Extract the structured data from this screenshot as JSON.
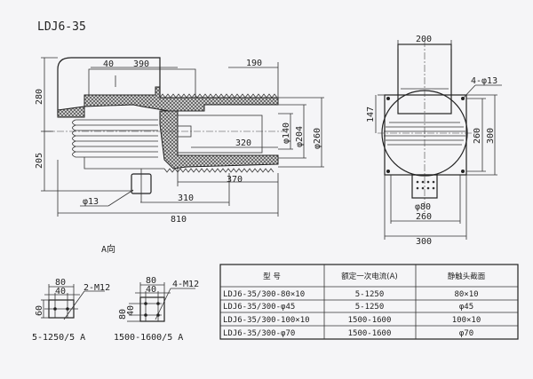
{
  "title": "LDJ6-35",
  "side_view": {
    "dims": {
      "d40": "40",
      "d390": "390",
      "d190": "190",
      "d280": "280",
      "d205": "205",
      "d320": "320",
      "d370": "370",
      "d310": "310",
      "d810": "810",
      "phi140": "φ140",
      "phi204": "φ204",
      "phi260": "φ260",
      "phi13": "φ13"
    },
    "view_label": "A向"
  },
  "end_view": {
    "dims": {
      "d200": "200",
      "hole": "4-φ13",
      "d147": "147",
      "d260v": "260",
      "d300v": "300",
      "phi80": "φ80",
      "d260h": "260",
      "d300h": "300"
    }
  },
  "terminals": [
    {
      "w": "80",
      "inner": "40",
      "h": "60",
      "bolts": "2-M12",
      "caption": "5-1250/5 A"
    },
    {
      "w": "80",
      "inner": "40",
      "h": "80",
      "h2": "40",
      "bolts": "4-M12",
      "caption": "1500-1600/5 A"
    }
  ],
  "table": {
    "headers": [
      "型    号",
      "额定一次电流(A)",
      "静触头截面"
    ],
    "rows": [
      [
        "LDJ6-35/300-80×10",
        "5-1250",
        "80×10"
      ],
      [
        "LDJ6-35/300-φ45",
        "5-1250",
        "φ45"
      ],
      [
        "LDJ6-35/300-100×10",
        "1500-1600",
        "100×10"
      ],
      [
        "LDJ6-35/300-φ70",
        "1500-1600",
        "φ70"
      ]
    ]
  }
}
